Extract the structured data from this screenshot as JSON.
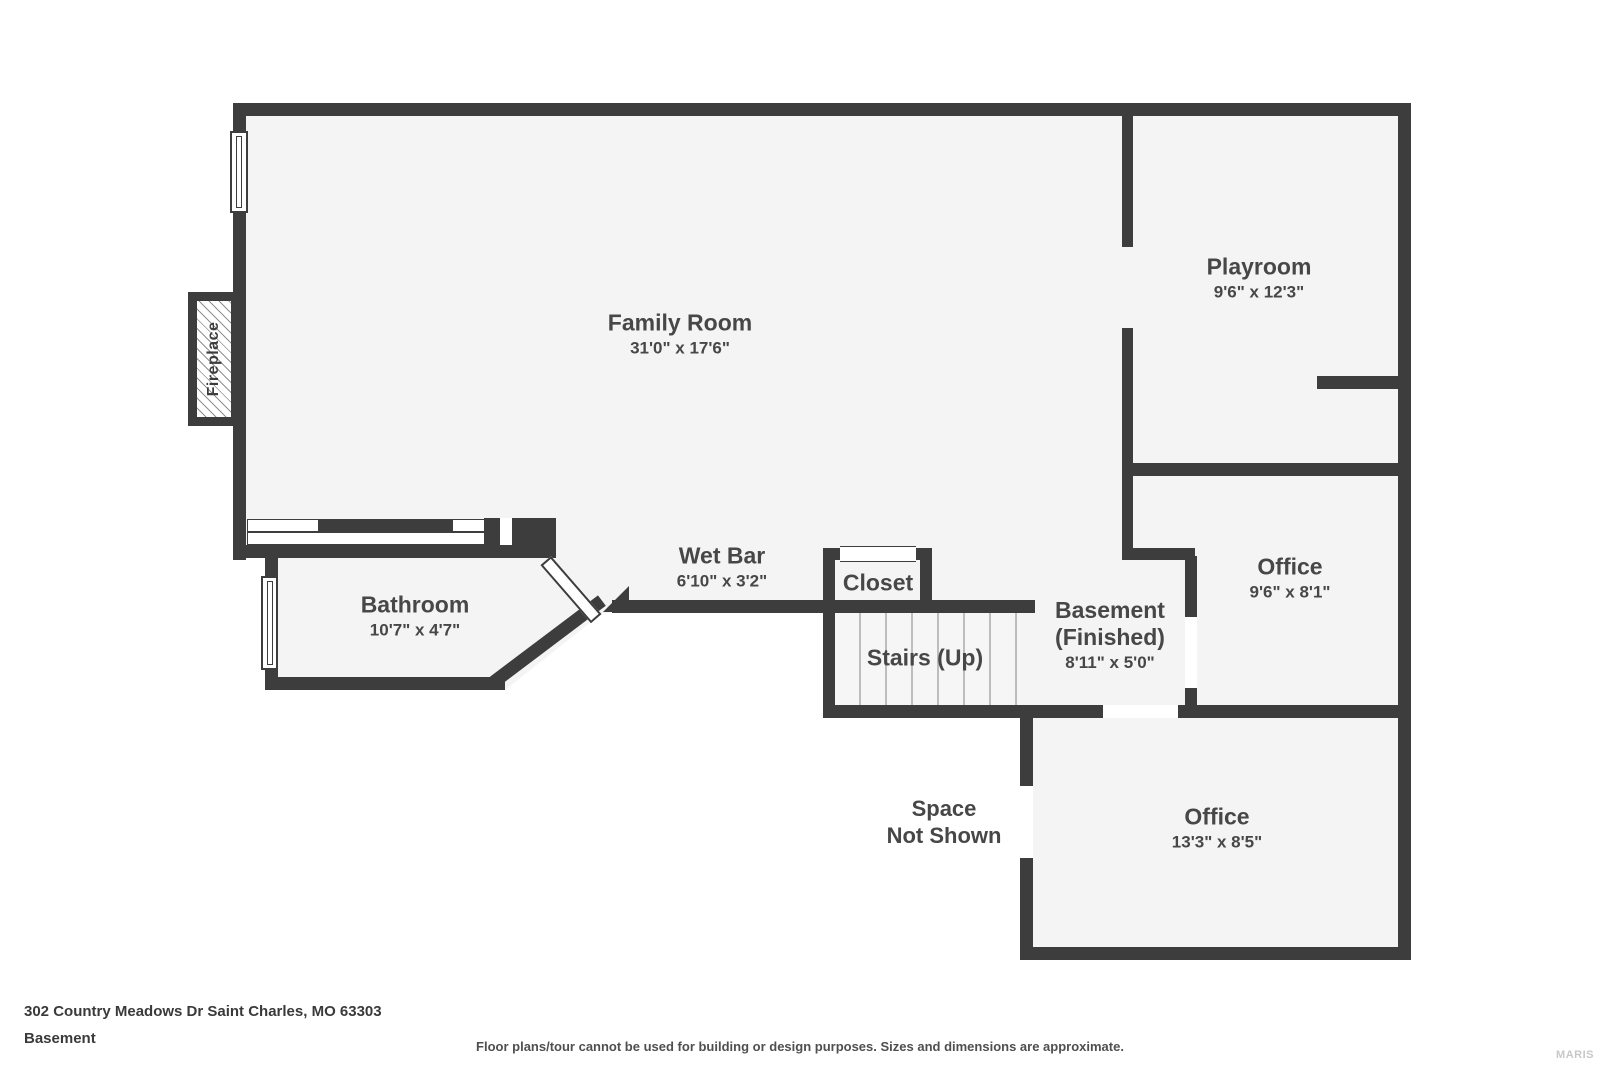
{
  "rooms": {
    "family_room": {
      "name": "Family Room",
      "dims": "31'0\" x 17'6\""
    },
    "playroom": {
      "name": "Playroom",
      "dims": "9'6\" x 12'3\""
    },
    "office_upper": {
      "name": "Office",
      "dims": "9'6\" x 8'1\""
    },
    "bathroom": {
      "name": "Bathroom",
      "dims": "10'7\" x 4'7\""
    },
    "wet_bar": {
      "name": "Wet Bar",
      "dims": "6'10\" x 3'2\""
    },
    "closet": {
      "name": "Closet"
    },
    "stairs": {
      "name": "Stairs (Up)"
    },
    "basement_finished": {
      "line1": "Basement",
      "line2": "(Finished)",
      "dims": "8'11\" x 5'0\""
    },
    "office_lower": {
      "name": "Office",
      "dims": "13'3\" x 8'5\""
    },
    "space_not_shown": {
      "line1": "Space",
      "line2": "Not Shown"
    },
    "fireplace": {
      "name": "Fireplace"
    }
  },
  "footer": {
    "address": "302 Country Meadows Dr Saint Charles, MO 63303",
    "floor_label": "Basement",
    "disclaimer": "Floor plans/tour cannot be used for building or design purposes. Sizes and dimensions are approximate.",
    "brand": "MARIS"
  },
  "colors": {
    "wall": "#3d3d3d",
    "floor": "#f4f4f4",
    "label": "#474747"
  }
}
